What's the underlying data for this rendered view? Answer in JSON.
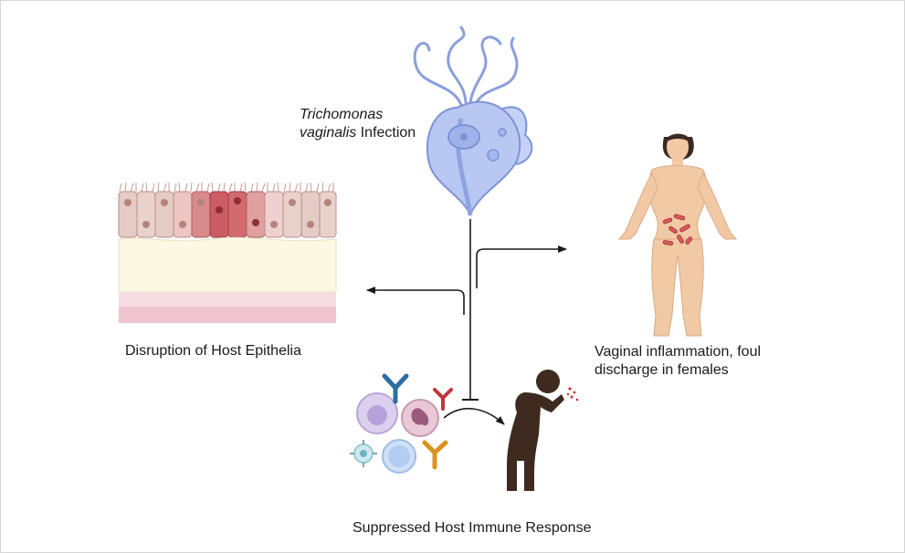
{
  "diagram": {
    "pathogen": {
      "name_italic": "Trichomonas vaginalis",
      "suffix": "Infection"
    },
    "labels": {
      "epithelia": "Disruption of Host Epithelia",
      "inflammation_line1": "Vaginal inflammation, foul",
      "inflammation_line2": "discharge in females",
      "immune": "Suppressed Host Immune Response"
    },
    "colors": {
      "pathogen_fill": "#b8c8f2",
      "pathogen_stroke": "#7e93d6",
      "skin": "#f1c9a5",
      "lesion": "#d65a5a",
      "figure_dark": "#3e2a1e",
      "arrow": "#1a1a1a"
    },
    "icons": [
      "trichomonas-icon",
      "epithelium-tissue-icon",
      "female-body-icon",
      "immune-cells-icon",
      "antibody-icon",
      "sick-person-icon"
    ]
  }
}
